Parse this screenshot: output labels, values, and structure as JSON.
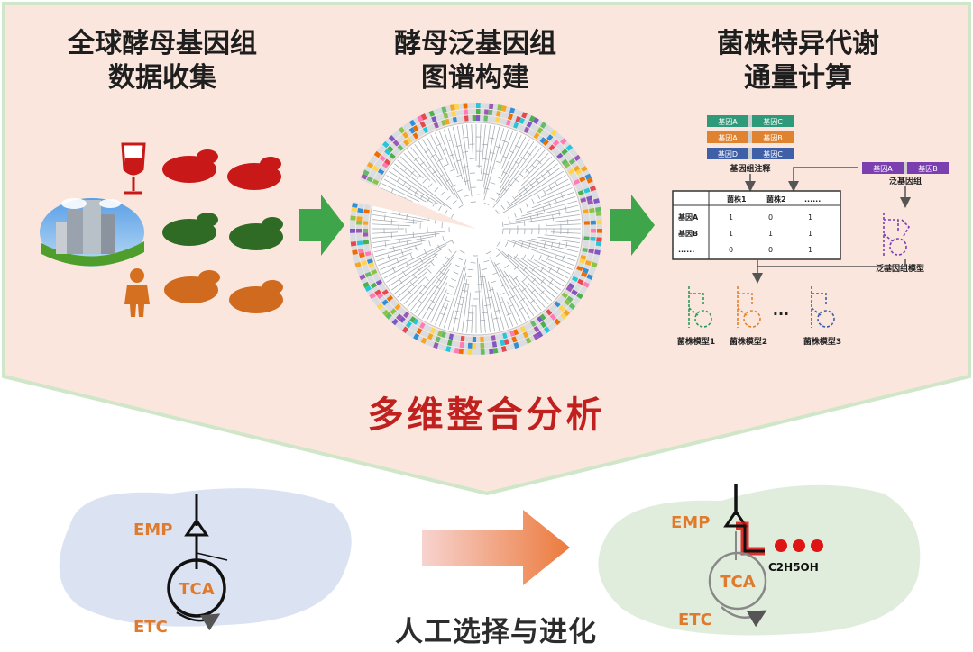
{
  "top_panel": {
    "step1_title": [
      "全球酵母基因组",
      "数据收集"
    ],
    "step2_title": [
      "酵母泛基因组",
      "图谱构建"
    ],
    "step3_title": [
      "菌株特异代谢",
      "通量计算"
    ]
  },
  "annotation": {
    "gene_labels": [
      "基因A",
      "基因C",
      "基因A",
      "基因B",
      "基因D",
      "基因C"
    ],
    "genome_annotation_label": "基因组注释",
    "pan_gene_labels": [
      "基因A",
      "基因B"
    ],
    "pan_genome_label": "泛基因组",
    "matrix": {
      "headers": [
        "菌株1",
        "菌株2",
        "......"
      ],
      "rows": [
        {
          "label": "基因A",
          "values": [
            "1",
            "0",
            "1"
          ]
        },
        {
          "label": "基因B",
          "values": [
            "1",
            "1",
            "1"
          ]
        },
        {
          "label": "......",
          "values": [
            "0",
            "0",
            "1"
          ]
        }
      ]
    },
    "pan_model_label": "泛基因组模型",
    "strain_models": [
      "菌株模型1",
      "菌株模型2",
      "菌株模型3"
    ],
    "ellipsis": "..."
  },
  "center_title": "多维整合分析",
  "bottom_panel": {
    "left": {
      "emp": "EMP",
      "tca": "TCA",
      "etc": "ETC"
    },
    "right": {
      "emp": "EMP",
      "tca": "TCA",
      "etc": "ETC",
      "product": "C2H5OH"
    },
    "arrow_label": "人工选择与进化"
  },
  "colors": {
    "panel_fill": "#fae6dd",
    "panel_border": "#cfe7c8",
    "green_arrow": "#3fa54a",
    "red_yeast": "#c81818",
    "green_yeast": "#2f6b25",
    "orange_yeast": "#d06a1e",
    "left_cell": "#dbe2f1",
    "right_cell": "#e1eddc",
    "title_red": "#c0201e",
    "pathway_orange": "#e07a2c"
  }
}
